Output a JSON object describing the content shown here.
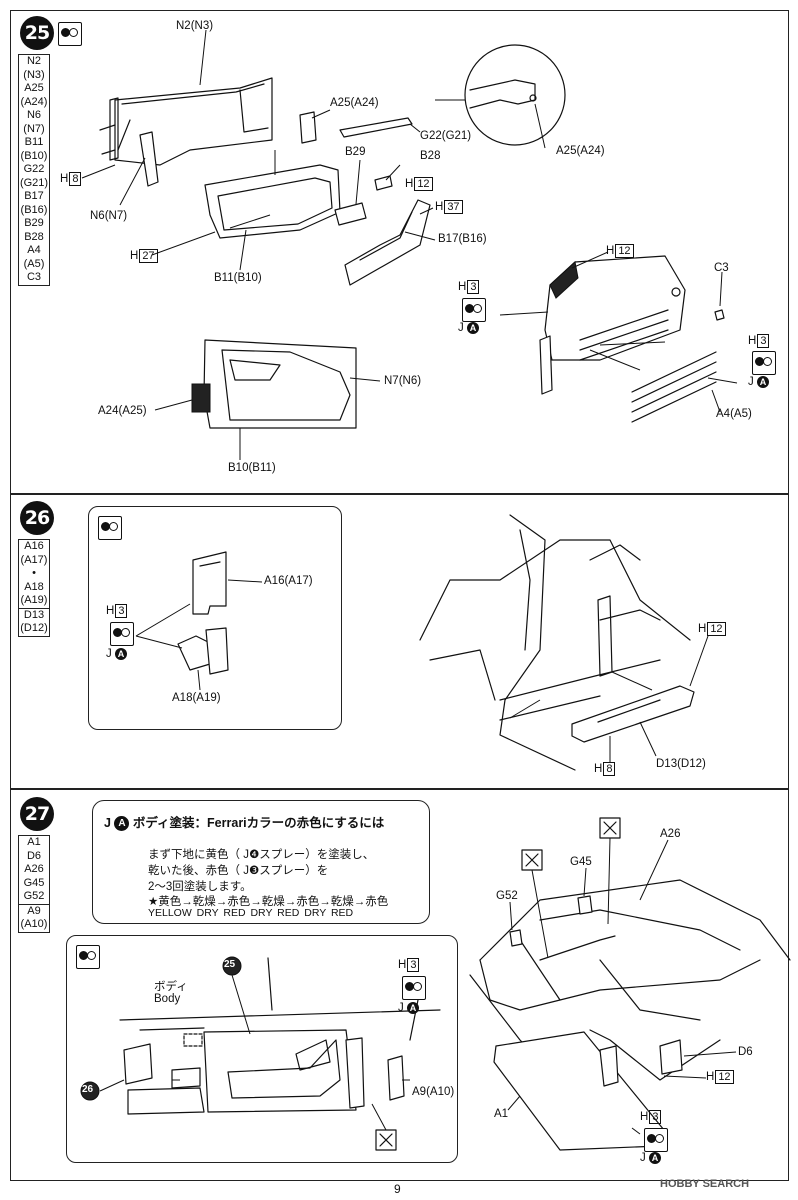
{
  "page_number": "9",
  "watermark": "HOBBY SEARCH",
  "steps": [
    {
      "number": "25",
      "parts": [
        "N2",
        "(N3)",
        "A25",
        "(A24)",
        "N6",
        "(N7)",
        "B11",
        "(B10)",
        "G22",
        "(G21)",
        "B17",
        "(B16)",
        "B29",
        "B28",
        "A4",
        "(A5)",
        "C3"
      ],
      "labels": {
        "n2": "N2(N3)",
        "a25_top": "A25(A24)",
        "g22": "G22(G21)",
        "a25_right": "A25(A24)",
        "b29": "B29",
        "b28": "B28",
        "h12_a": "12",
        "h37": "37",
        "b17": "B17(B16)",
        "h8": "8",
        "n6": "N6(N7)",
        "h27": "27",
        "b11": "B11(B10)",
        "h12_b": "12",
        "c3": "C3",
        "h3_a": "3",
        "h3_b": "3",
        "a4": "A4(A5)",
        "n7": "N7(N6)",
        "a24": "A24(A25)",
        "b10": "B10(B11)"
      }
    },
    {
      "number": "26",
      "parts": [
        "A16",
        "(A17)",
        "A18",
        "(A19)",
        "D13",
        "(D12)"
      ],
      "labels": {
        "a16": "A16(A17)",
        "h3": "3",
        "a18": "A18(A19)",
        "h12": "12",
        "h8": "8",
        "d13": "D13(D12)"
      }
    },
    {
      "number": "27",
      "parts": [
        "A1",
        "D6",
        "A26",
        "G45",
        "G52",
        "A9",
        "(A10)"
      ],
      "paint": {
        "title": "ボディ塗装：Ferrariカラーの赤色にするには",
        "line1": "まず下地に黄色（ J❹スプレー）を塗装し、",
        "line2": "乾いた後、赤色（ J❸スプレー）を",
        "line3": "2〜3回塗装します。",
        "line4": "★黄色→乾燥→赤色→乾燥→赤色→乾燥→赤色",
        "line5": "YELLOW   DRY   RED   DRY   RED   DRY   RED"
      },
      "labels": {
        "body_jp": "ボディ",
        "body_en": "Body",
        "step_ref_25": "25",
        "step_ref_26": "26",
        "h3_inset": "3",
        "a9": "A9(A10)",
        "a26": "A26",
        "g45": "G45",
        "g52": "G52",
        "d6": "D6",
        "h12": "12",
        "a1": "A1",
        "h3": "3"
      }
    }
  ]
}
